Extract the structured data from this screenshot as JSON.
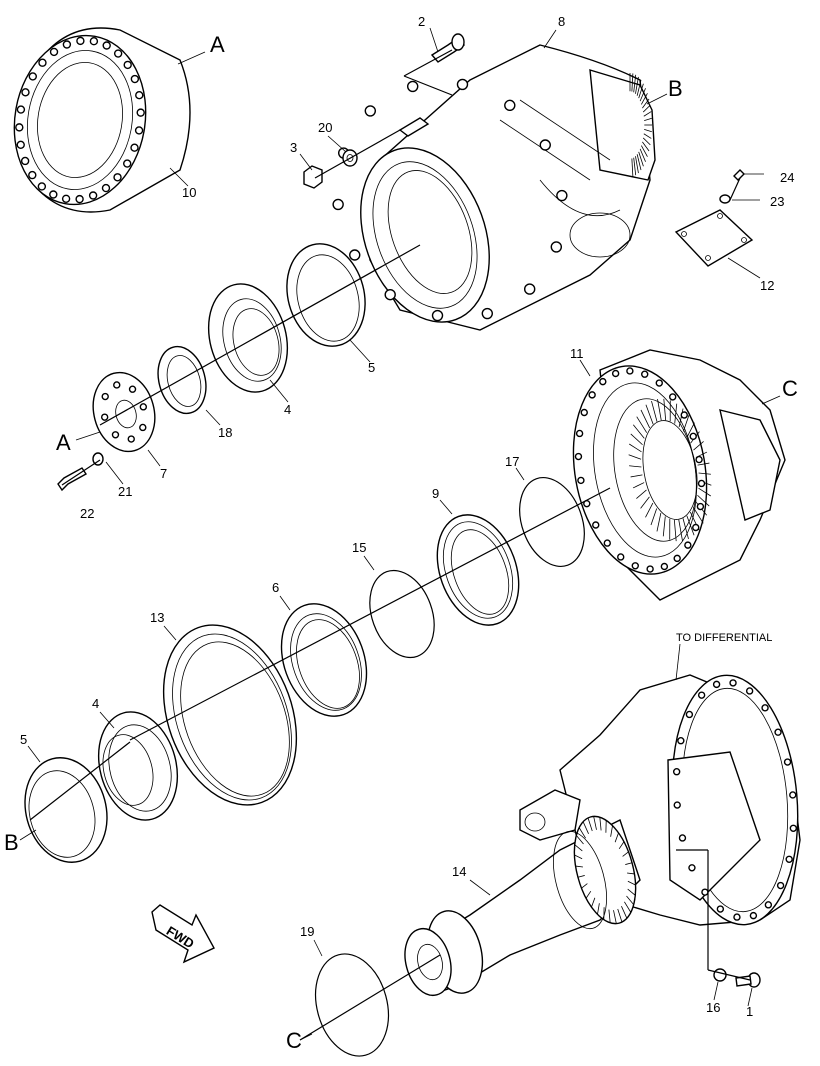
{
  "callouts": {
    "c1": "1",
    "c2": "2",
    "c3": "3",
    "c4a": "4",
    "c4b": "4",
    "c5a": "5",
    "c5b": "5",
    "c6": "6",
    "c7": "7",
    "c8": "8",
    "c9": "9",
    "c10": "10",
    "c11": "11",
    "c12": "12",
    "c13": "13",
    "c14": "14",
    "c15": "15",
    "c16": "16",
    "c17": "17",
    "c18": "18",
    "c19": "19",
    "c20": "20",
    "c21": "21",
    "c22": "22",
    "c23": "23",
    "c24": "24"
  },
  "refs": {
    "a1": "A",
    "a2": "A",
    "b1": "B",
    "b2": "B",
    "c1": "C",
    "c2": "C"
  },
  "note_to_differential": "TO DIFFERENTIAL",
  "fwd_label": "FWD"
}
